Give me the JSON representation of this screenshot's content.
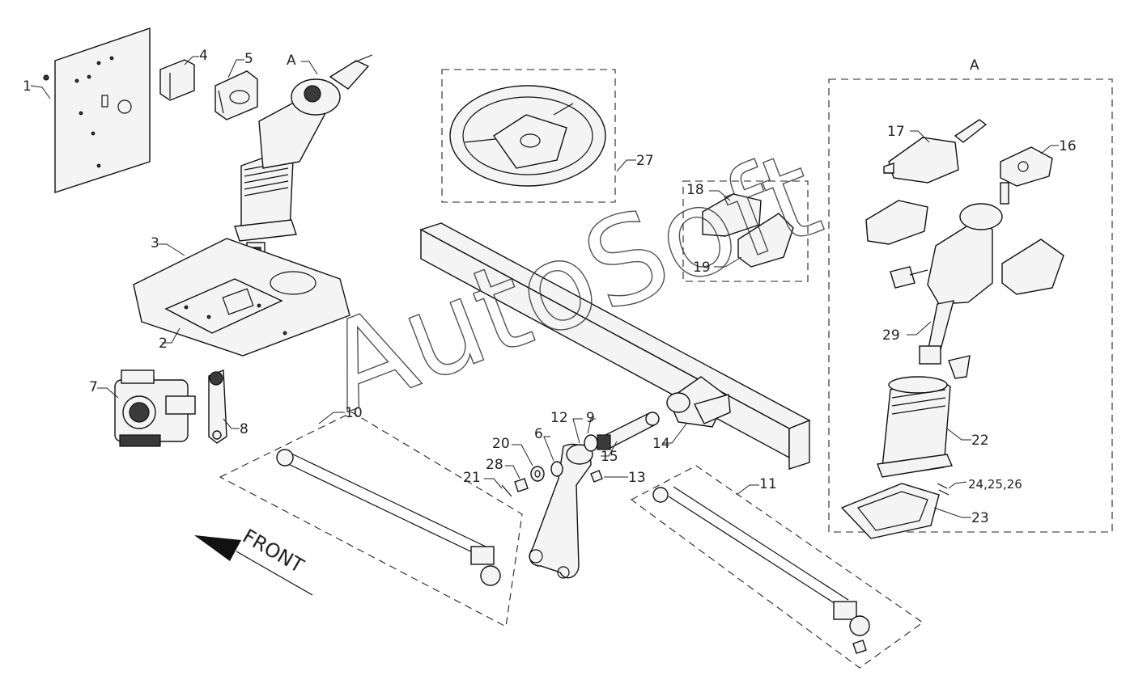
{
  "diagram": {
    "watermark": "AutoSoft",
    "front_label": "FRONT",
    "detail_label": "A",
    "callouts": {
      "p1": "1",
      "p2": "2",
      "p3": "3",
      "p4": "4",
      "p5": "5",
      "pA": "A",
      "p6": "6",
      "p7": "7",
      "p8": "8",
      "p9": "9",
      "p10": "10",
      "p11": "11",
      "p12": "12",
      "p13": "13",
      "p14": "14",
      "p15": "15",
      "p16": "16",
      "p17": "17",
      "p18": "18",
      "p19": "19",
      "p20": "20",
      "p21": "21",
      "p22": "22",
      "p23": "23",
      "p24": "24,25,26",
      "p27": "27",
      "p28": "28",
      "p29": "29"
    }
  }
}
